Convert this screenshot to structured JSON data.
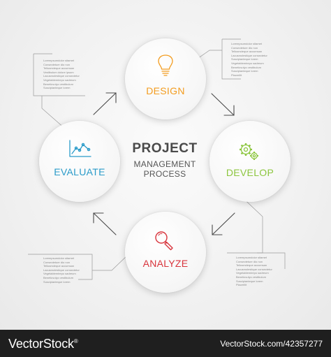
{
  "colors": {
    "design": "#f39c1f",
    "develop": "#8cc63f",
    "analyze": "#d8343c",
    "evaluate": "#2a9bc9",
    "title": "#4a4a4a",
    "connector": "#9a9a9a",
    "arrow": "#4a4a4a",
    "footer": "#1f1f1f"
  },
  "center": {
    "title": "PROJECT",
    "subtitle_line1": "MANAGEMENT",
    "subtitle_line2": "PROCESS"
  },
  "stages": {
    "design": {
      "label": "DESIGN",
      "icon": "lightbulb-icon"
    },
    "develop": {
      "label": "DEVELOP",
      "icon": "gears-icon"
    },
    "analyze": {
      "label": "ANALYZE",
      "icon": "magnifier-icon"
    },
    "evaluate": {
      "label": "EVALUATE",
      "icon": "line-chart-icon"
    }
  },
  "notes": {
    "top_left": [
      "Lorempsumdolor sitamet",
      "Consectetuer dio non",
      "Tellusmdeque accumsan",
      "Vestibulum dolore ipsum",
      "Lacusmolestique consectetur",
      "Vegetablemirepo sadreum",
      "Beneticvulyo vestibulum",
      "Suscipianteque lorem"
    ],
    "top_right": [
      "Lorempsumdolor sitamet",
      "Consectetuer dio non",
      "Tellusmdeque accumsan",
      "Lacusmolestique consectetur",
      "Suscipianteque lorem",
      "Vegetablemirepo sadreum",
      "Beneticvulyo vestibulum",
      "Suscipianteque lorem",
      "Placerilit"
    ],
    "bottom_left": [
      "Lorempsumdolor sitamet",
      "Consectetuer dio non",
      "Tellusmdeque accumsan",
      "Lacusmolestique consectetur",
      "Vegetablemirepo sadreum",
      "Beneticvulyo vestibulum",
      "Suscipianteque lorem"
    ],
    "bottom_right": [
      "Lorempsumdolor sitamet",
      "Consectetuer dio non",
      "Tellusmdeque accumsan",
      "Lacusmolestique consectetur",
      "Vegetablemirepo sadreum",
      "Beneticvulyo vestibulum",
      "Suscipianteque lorem",
      "Placerilit"
    ]
  },
  "footer": {
    "brand": "VectorStock",
    "registered": "®",
    "image_id": "VectorStock.com/42357277"
  }
}
